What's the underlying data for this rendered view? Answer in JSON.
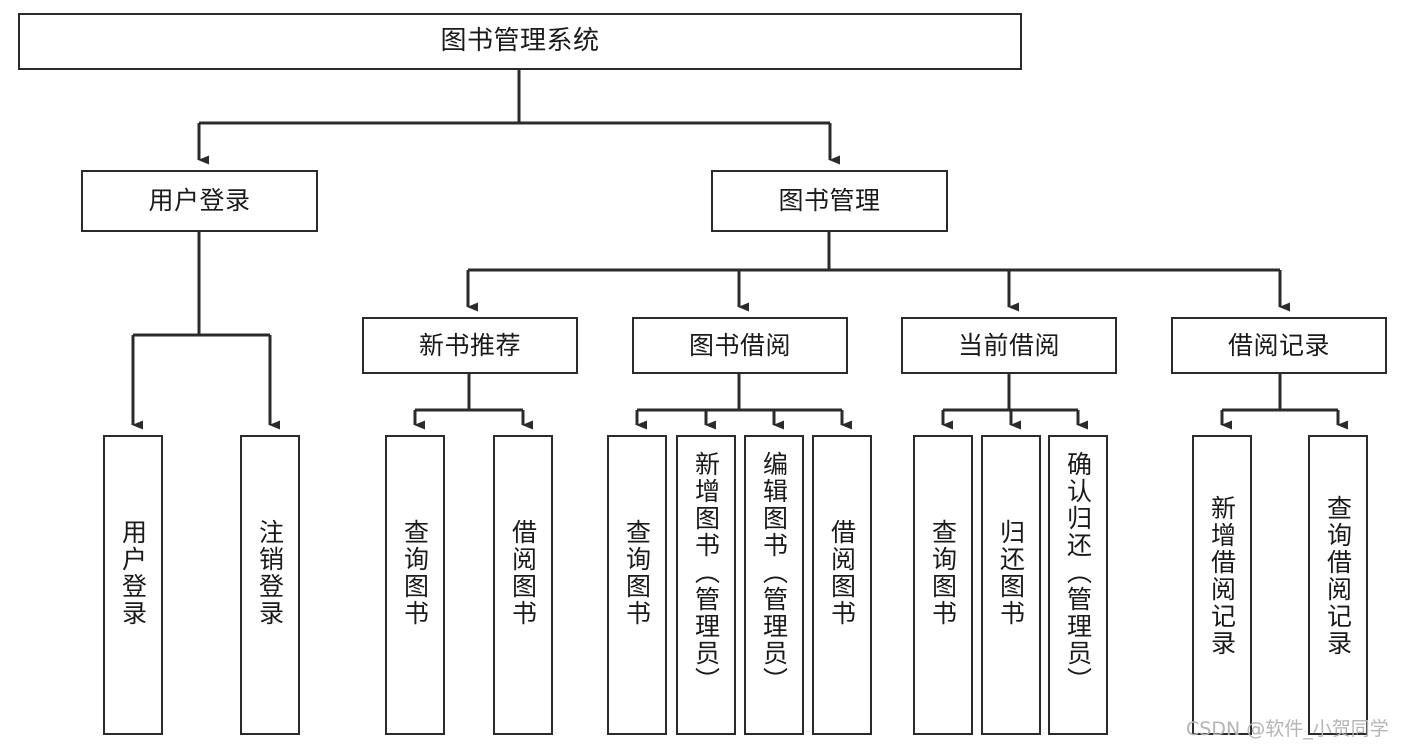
{
  "diagram": {
    "title": "图书管理系统",
    "type": "tree",
    "orientation": "top-down",
    "colors": {
      "box_border": "#2b2b2b",
      "box_fill": "#ffffff",
      "edge": "#2b2b2b",
      "text": "#1a1a1a",
      "watermark": "#b4b4b4",
      "background": "#ffffff"
    },
    "watermark": "CSDN @软件_小贺同学",
    "nodes": {
      "root": {
        "label": "图书管理系统"
      },
      "level2": [
        {
          "label": "用户登录"
        },
        {
          "label": "图书管理"
        }
      ],
      "level3": [
        {
          "label": "新书推荐"
        },
        {
          "label": "图书借阅"
        },
        {
          "label": "当前借阅"
        },
        {
          "label": "借阅记录"
        }
      ],
      "leaves": {
        "user_login": [
          {
            "label": "用户登录"
          },
          {
            "label": "注销登录"
          }
        ],
        "new_book_recommend": [
          {
            "label": "查询图书"
          },
          {
            "label": "借阅图书"
          }
        ],
        "book_borrow": [
          {
            "label": "查询图书"
          },
          {
            "label": "新增图书（管理员）"
          },
          {
            "label": "编辑图书（管理员）"
          },
          {
            "label": "借阅图书"
          }
        ],
        "current_borrow": [
          {
            "label": "查询图书"
          },
          {
            "label": "归还图书"
          },
          {
            "label": "确认归还（管理员）"
          }
        ],
        "borrow_record": [
          {
            "label": "新增借阅记录"
          },
          {
            "label": "查询借阅记录"
          }
        ]
      }
    }
  }
}
